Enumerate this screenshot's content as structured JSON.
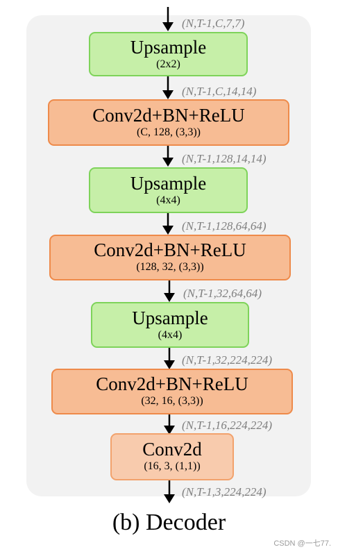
{
  "shapes": [
    "(N,T-1,C,7,7)",
    "(N,T-1,C,14,14)",
    "(N,T-1,128,14,14)",
    "(N,T-1,128,64,64)",
    "(N,T-1,32,64,64)",
    "(N,T-1,32,224,224)",
    "(N,T-1,16,224,224)",
    "(N,T-1,3,224,224)"
  ],
  "blocks": [
    {
      "title": "Upsample",
      "params": "(2x2)"
    },
    {
      "title": "Conv2d+BN+ReLU",
      "params": "(C, 128, (3,3))"
    },
    {
      "title": "Upsample",
      "params": "(4x4)"
    },
    {
      "title": "Conv2d+BN+ReLU",
      "params": "(128, 32, (3,3))"
    },
    {
      "title": "Upsample",
      "params": "(4x4)"
    },
    {
      "title": "Conv2d+BN+ReLU",
      "params": "(32, 16, (3,3))"
    },
    {
      "title": "Conv2d",
      "params": "(16, 3, (1,1))"
    }
  ],
  "caption": "(b) Decoder",
  "watermark": "CSDN @一七77."
}
